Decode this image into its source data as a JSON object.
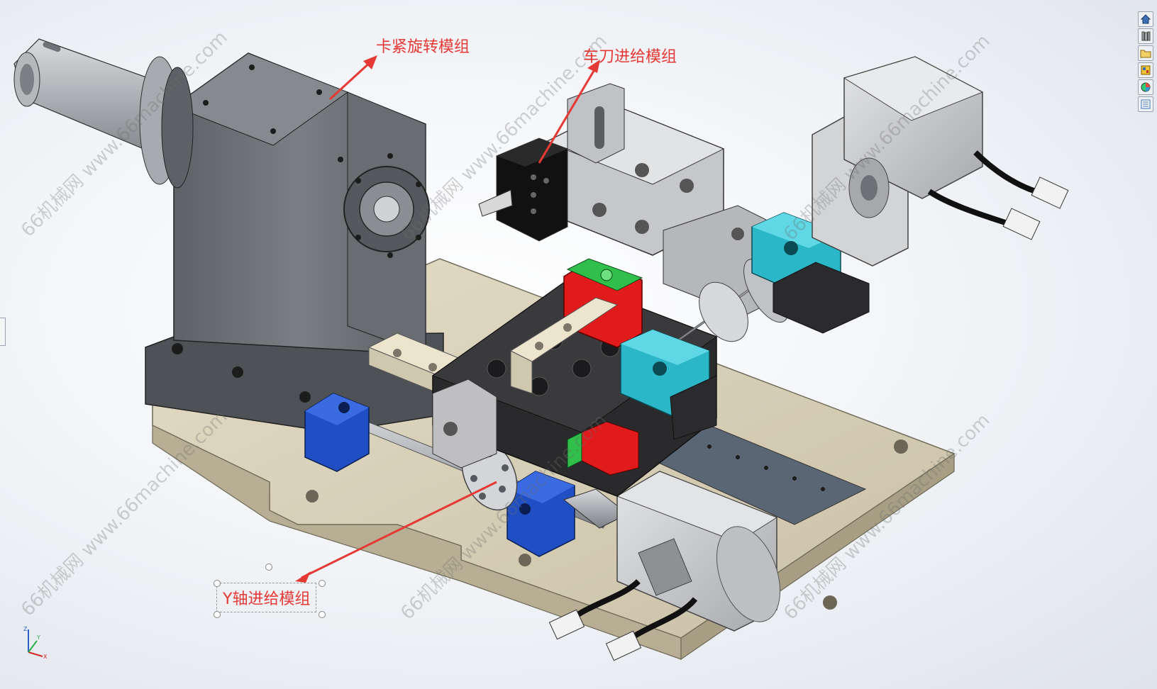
{
  "annotations": {
    "clamp_rotate": "卡紧旋转模组",
    "tool_feed": "车刀进给模组",
    "y_feed": "Y轴进给模组"
  },
  "watermark": {
    "text": "66机械网 www.66machine.com",
    "short": "66machine.com"
  },
  "toolbar": {
    "items": [
      {
        "name": "home-view-icon"
      },
      {
        "name": "design-library-icon"
      },
      {
        "name": "file-explorer-icon"
      },
      {
        "name": "view-palette-icon"
      },
      {
        "name": "appearances-icon"
      },
      {
        "name": "custom-properties-icon"
      }
    ]
  },
  "triad": {
    "x": "X",
    "y": "Y",
    "z": "Z"
  },
  "colors": {
    "annotation": "#e53935",
    "base": "#d9d2bd",
    "housing": "#6f7276",
    "cyan_block": "#2bb7c8",
    "blue_block": "#1f4fc2",
    "red_carriage": "#e11b1b",
    "green_carriage": "#2fbf4a",
    "motor": "#c8c9cb"
  }
}
